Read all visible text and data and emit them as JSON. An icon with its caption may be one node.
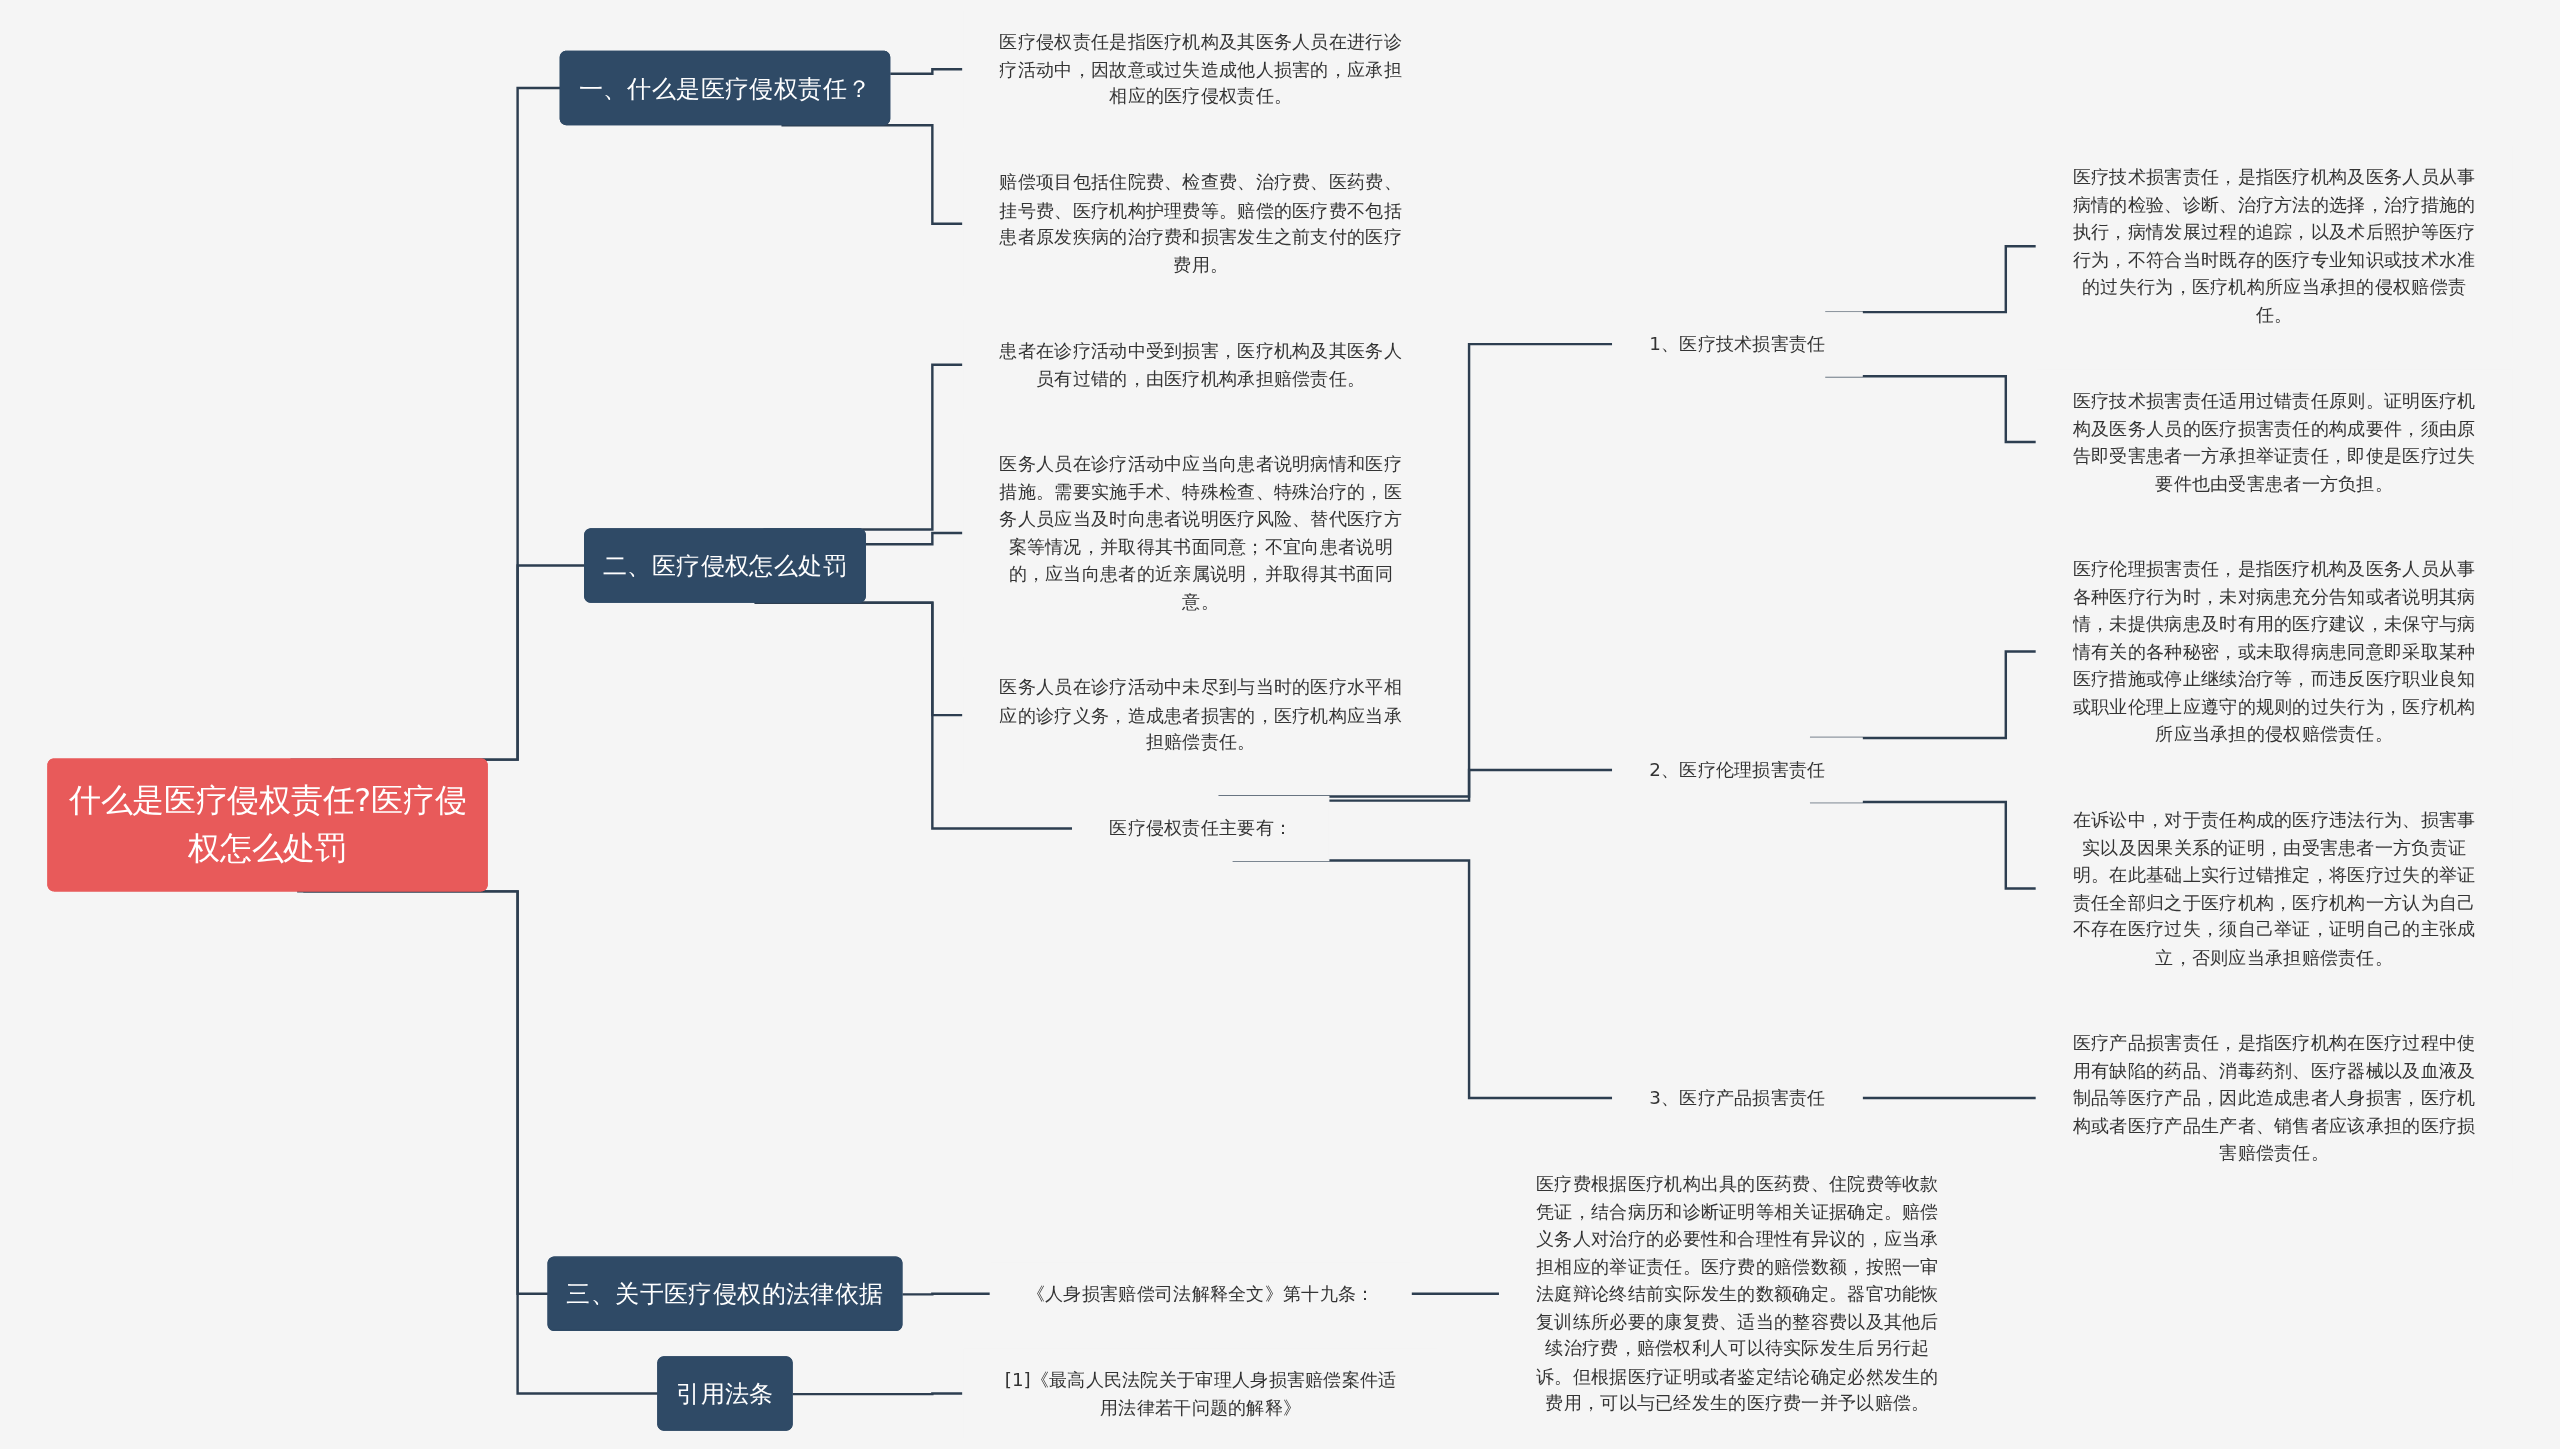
{
  "diagram": {
    "nodes": [
      {
        "text": [
          "什么是医疗侵权责任?医疗侵权怎么处罚"
        ]
      },
      {
        "text": [
          "一、什么是医疗侵权责任？"
        ]
      },
      {
        "text": [
          "医疗侵权责任是指医疗机构及其医务人员在进行诊疗活动中，因故意或过失造成他人损害的，应承担相应的医疗侵权责任。"
        ]
      },
      {
        "text": [
          "赔偿项目包括住院费、检查费、治疗费、医药费、挂号费、医疗机构护理费等。赔偿的医疗费不包括患者原发疾病的治疗费和损害发生之前支付的医疗费用。"
        ]
      },
      {
        "text": [
          "二、医疗侵权怎么处罚"
        ]
      },
      {
        "text": [
          "患者在诊疗活动中受到损害，医疗机构及其医务人员有过错的，由医疗机构承担赔偿责任。"
        ]
      },
      {
        "text": [
          "医务人员在诊疗活动中应当向患者说明病情和医疗措施。需要实施手术、特殊检查、特殊治疗的，医务人员应当及时向患者说明医疗风险、替代医疗方案等情况，并取得其书面同意；不宜向患者说明的，应当向患者的近亲属说明，并取得其书面同意。"
        ]
      },
      {
        "text": [
          "医务人员在诊疗活动中未尽到与当时的医疗水平相应的诊疗义务，造成患者损害的，医疗机构应当承担赔偿责任。"
        ]
      },
      {
        "text": [
          "医疗侵权责任主要有："
        ]
      },
      {
        "text": [
          "1、医疗技术损害责任"
        ]
      },
      {
        "text": [
          "医疗技术损害责任，是指医疗机构及医务人员从事病情的检验、诊断、治疗方法的选择，治疗措施的执行，病情发展过程的追踪，以及术后照护等医疗行为，不符合当时既存的医疗专业知识或技术水准的过失行为，医疗机构所应当承担的侵权赔偿责任。"
        ]
      },
      {
        "text": [
          "医疗技术损害责任适用过错责任原则。证明医疗机构及医务人员的医疗损害责任的构成要件，须由原告即受害患者一方承担举证责任，即使是医疗过失要件也由受害患者一方负担。"
        ]
      },
      {
        "text": [
          "2、医疗伦理损害责任"
        ]
      },
      {
        "text": [
          "医疗伦理损害责任，是指医疗机构及医务人员从事各种医疗行为时，未对病患充分告知或者说明其病情，未提供病患及时有用的医疗建议，未保守与病情有关的各种秘密，或未取得病患同意即采取某种医疗措施或停止继续治疗等，而违反医疗职业良知或职业伦理上应遵守的规则的过失行为，医疗机构所应当承担的侵权赔偿责任。"
        ]
      },
      {
        "text": [
          "在诉讼中，对于责任构成的医疗违法行为、损害事实以及因果关系的证明，由受害患者一方负责证明。在此基础上实行过错推定，将医疗过失的举证责任全部归之于医疗机构，医疗机构一方认为自己不存在医疗过失，须自己举证，证明自己的主张成立，否则应当承担赔偿责任。"
        ]
      },
      {
        "text": [
          "3、医疗产品损害责任"
        ]
      },
      {
        "text": [
          "医疗产品损害责任，是指医疗机构在医疗过程中使用有缺陷的药品、消毒药剂、医疗器械以及血液及制品等医疗产品，因此造成患者人身损害，医疗机构或者医疗产品生产者、销售者应该承担的医疗损害赔偿责任。"
        ]
      },
      {
        "text": [
          "三、关于医疗侵权的法律依据"
        ]
      },
      {
        "text": [
          "《人身损害赔偿司法解释全文》第十九条："
        ]
      },
      {
        "text": [
          "医疗费根据医疗机构出具的医药费、住院费等收款凭证，结合病历和诊断证明等相关证据确定。赔偿义务人对治疗的必要性和合理性有异议的，应当承担相应的举证责任。医疗费的赔偿数额，按照一审法庭辩论终结前实际发生的数额确定。器官功能恢复训练所必要的康复费、适当的整容费以及其他后续治疗费，赔偿权利人可以待实际发生后另行起诉。但根据医疗证明或者鉴定结论确定必然发生的费用，可以与已经发生的医疗费一并予以赔偿。"
        ]
      },
      {
        "text": [
          "引用法条"
        ]
      },
      {
        "text": [
          "[1]《最高人民法院关于审理人身损害赔偿案件适用法律若干问题的解释》"
        ]
      }
    ],
    "edges": [
      {
        "from": 0,
        "to": 1,
        "arrow": "none"
      },
      {
        "from": 1,
        "to": 2,
        "arrow": "none"
      },
      {
        "from": 1,
        "to": 3,
        "arrow": "none"
      },
      {
        "from": 0,
        "to": 4,
        "arrow": "none"
      },
      {
        "from": 4,
        "to": 5,
        "arrow": "none"
      },
      {
        "from": 4,
        "to": 6,
        "arrow": "none"
      },
      {
        "from": 4,
        "to": 7,
        "arrow": "none"
      },
      {
        "from": 4,
        "to": 8,
        "arrow": "none"
      },
      {
        "from": 8,
        "to": 9,
        "arrow": "none"
      },
      {
        "from": 9,
        "to": 10,
        "arrow": "none"
      },
      {
        "from": 9,
        "to": 11,
        "arrow": "none"
      },
      {
        "from": 8,
        "to": 12,
        "arrow": "none"
      },
      {
        "from": 12,
        "to": 13,
        "arrow": "none"
      },
      {
        "from": 12,
        "to": 14,
        "arrow": "none"
      },
      {
        "from": 8,
        "to": 15,
        "arrow": "none"
      },
      {
        "from": 15,
        "to": 16,
        "arrow": "none"
      },
      {
        "from": 0,
        "to": 17,
        "arrow": "none"
      },
      {
        "from": 17,
        "to": 18,
        "arrow": "none"
      },
      {
        "from": 18,
        "to": 19,
        "arrow": "none"
      },
      {
        "from": 0,
        "to": 20,
        "arrow": "none"
      },
      {
        "from": 20,
        "to": 21,
        "arrow": "none"
      }
    ]
  }
}
